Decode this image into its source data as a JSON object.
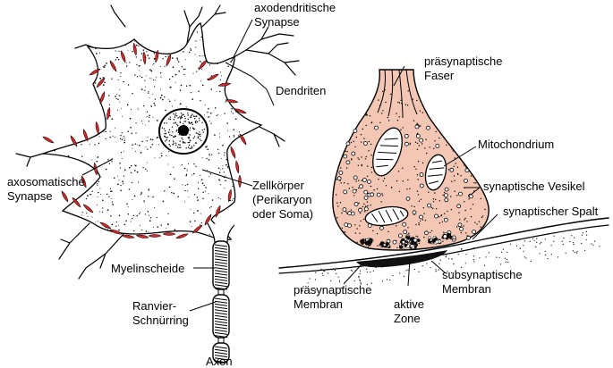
{
  "colors": {
    "synapse_red": "#d42a2a",
    "terminal_fill": "#f4c6b4",
    "ink": "#000000",
    "background": "#ffffff"
  },
  "labels": {
    "axodendritic": [
      "axodendritische",
      "Synapse"
    ],
    "dendrites": "Dendriten",
    "axosomatic": [
      "axosomatische",
      "Synapse"
    ],
    "cell_body": [
      "Zellkörper",
      "(Perikaryon",
      "oder Soma)"
    ],
    "myelin": "Myelinscheide",
    "ranvier": [
      "Ranvier-",
      "Schnürring"
    ],
    "axon": "Axon",
    "presynaptic_fiber": [
      "präsynaptische",
      "Faser"
    ],
    "mitochondrion": "Mitochondrium",
    "vesicles": "synaptische Vesikel",
    "cleft": "synaptischer Spalt",
    "presynaptic_membrane": [
      "präsynaptische",
      "Membran"
    ],
    "active_zone": [
      "aktive",
      "Zone"
    ],
    "subsynaptic_membrane": [
      "subsynaptische",
      "Membran"
    ]
  }
}
